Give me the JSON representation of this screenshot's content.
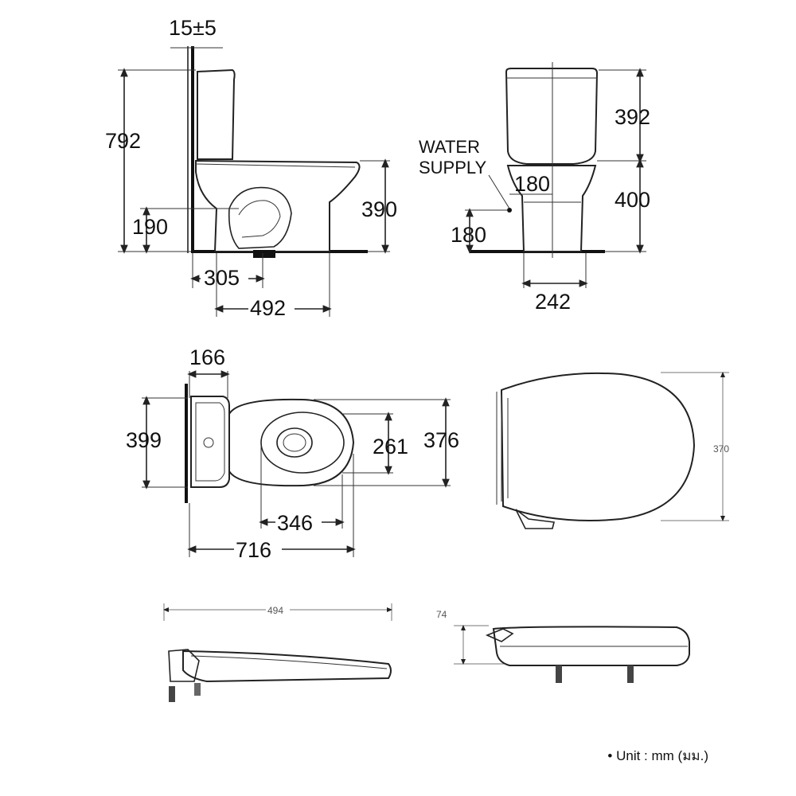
{
  "side_view": {
    "dim_top": "15±5",
    "dim_height": "792",
    "dim_outlet": "190",
    "dim_seat": "390",
    "dim_offset": "305",
    "dim_depth": "492"
  },
  "front_view": {
    "water_supply_label_1": "WATER",
    "water_supply_label_2": "SUPPLY",
    "dim_tank": "392",
    "dim_base": "400",
    "dim_supply_offset": "180",
    "dim_supply_height": "180",
    "dim_width": "242"
  },
  "top_view": {
    "dim_tank_depth": "166",
    "dim_width": "399",
    "dim_bowl_inner": "261",
    "dim_bowl_outer": "376",
    "dim_bowl_len": "346",
    "dim_total_len": "716"
  },
  "seat_top_view": {
    "dim_width": "370"
  },
  "seat_side_view": {
    "dim_length": "494"
  },
  "seat_front_view": {
    "dim_height": "74"
  },
  "footer": {
    "unit_note": "• Unit : mm (มม.)"
  }
}
